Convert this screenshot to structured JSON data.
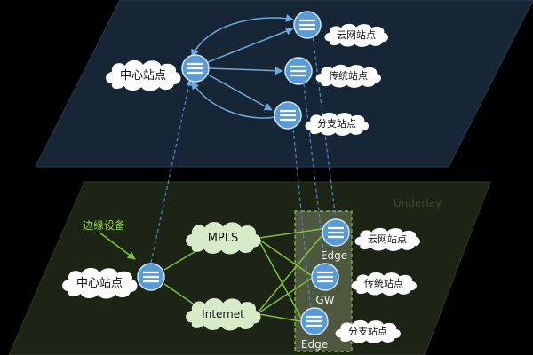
{
  "overlay": {
    "center_site": "中心站点",
    "cloud_site": "云网站点",
    "traditional_site": "传统站点",
    "branch_site": "分支站点"
  },
  "underlay": {
    "layer_label": "Underlay",
    "edge_device_label": "边缘设备",
    "center_site": "中心站点",
    "mpls": "MPLS",
    "internet": "Internet",
    "cloud_site": "云网站点",
    "traditional_site": "传统站点",
    "branch_site": "分支站点",
    "edge_top": "Edge",
    "gw": "GW",
    "edge_bottom": "Edge"
  },
  "colors": {
    "overlay_plane": "#162636",
    "underlay_plane": "#1c2415",
    "router": "#5b9bd5",
    "overlay_link": "#6fa8dc",
    "underlay_link": "#7fbf3f",
    "network_cloud": "#d8ebc8",
    "site_cloud": "#ffffff",
    "dashed_link": "#4f86c6",
    "gateway_box": "#6f8b45"
  }
}
